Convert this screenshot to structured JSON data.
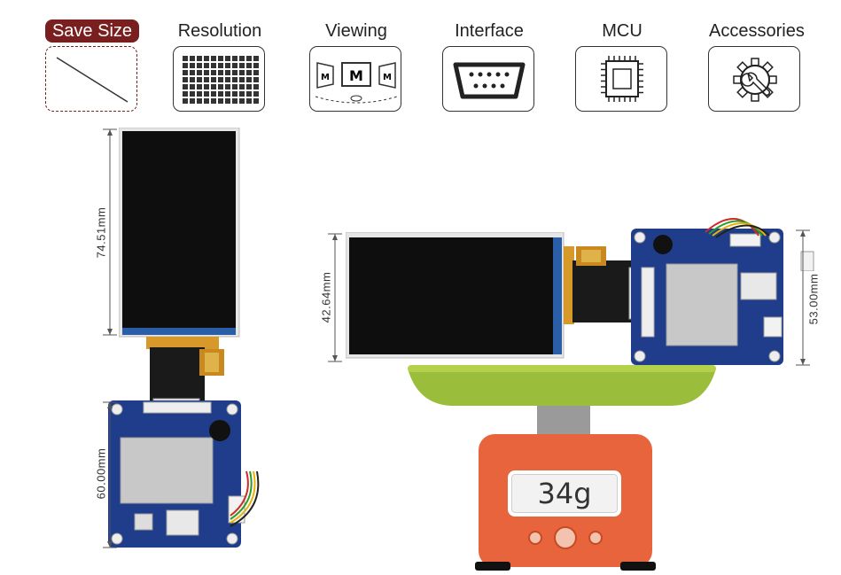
{
  "tabs": [
    {
      "label": "Save Size",
      "icon": "diagonal-line-icon",
      "active": true
    },
    {
      "label": "Resolution",
      "icon": "pixel-grid-icon",
      "active": false
    },
    {
      "label": "Viewing Angle",
      "icon": "viewing-angle-icon",
      "active": false
    },
    {
      "label": "Interface",
      "icon": "serial-port-icon",
      "active": false
    },
    {
      "label": "MCU",
      "icon": "chip-icon",
      "active": false
    },
    {
      "label": "Accessories",
      "icon": "gear-wrench-icon",
      "active": false
    }
  ],
  "viewing_angle_glyph": "M",
  "dimensions": {
    "portrait_height": "74.51mm",
    "board_height": "60.00mm",
    "landscape_height": "42.64mm",
    "board_side_height": "53.00mm"
  },
  "scale": {
    "weight": "34g"
  },
  "colors": {
    "accent": "#7a1f1f",
    "pcb_blue": "#1f3d8a",
    "scale_body": "#e8643c",
    "scale_tray": "#9bbd3c"
  }
}
